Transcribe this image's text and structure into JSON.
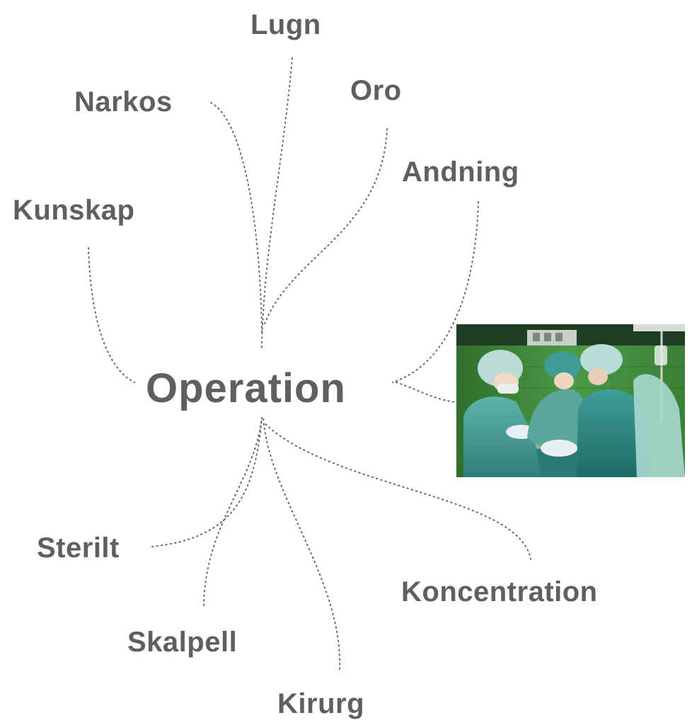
{
  "center": {
    "label": "Operation"
  },
  "words": [
    {
      "id": "lugn",
      "label": "Lugn"
    },
    {
      "id": "narkos",
      "label": "Narkos"
    },
    {
      "id": "oro",
      "label": "Oro"
    },
    {
      "id": "andning",
      "label": "Andning"
    },
    {
      "id": "kunskap",
      "label": "Kunskap"
    },
    {
      "id": "sterilt",
      "label": "Sterilt"
    },
    {
      "id": "koncentration",
      "label": "Koncentration"
    },
    {
      "id": "skalpell",
      "label": "Skalpell"
    },
    {
      "id": "kirurg",
      "label": "Kirurg"
    }
  ],
  "colors": {
    "text": "#5f5f5f",
    "connector": "#6a6a6a",
    "scrubs": "#3f9b93",
    "wall": "#3c8a3a"
  },
  "photo": {
    "subject": "surgeons-operating-photo"
  }
}
